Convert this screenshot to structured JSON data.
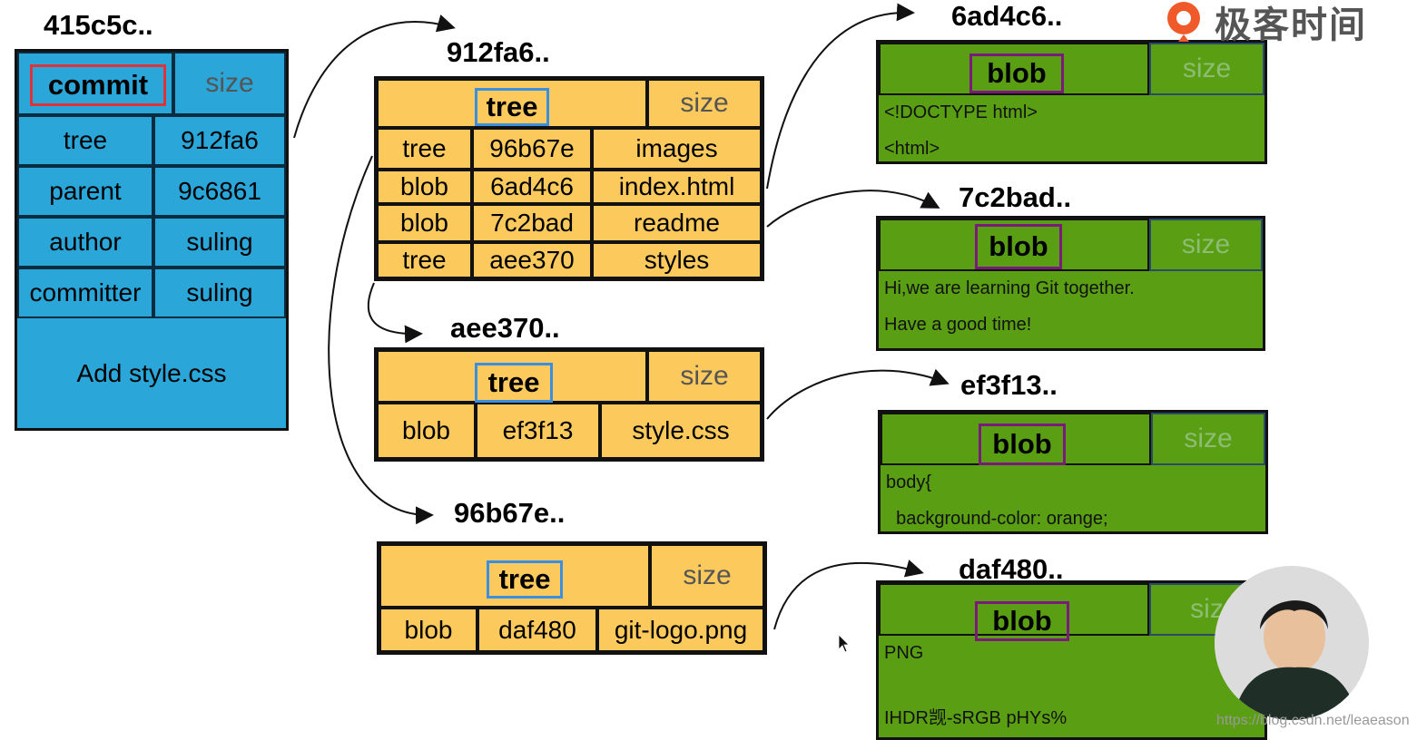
{
  "commit": {
    "hash": "415c5c..",
    "type_label": "commit",
    "size_label": "size",
    "rows": [
      {
        "key": "tree",
        "value": "912fa6"
      },
      {
        "key": "parent",
        "value": "9c6861"
      },
      {
        "key": "author",
        "value": "suling"
      },
      {
        "key": "committer",
        "value": "suling"
      }
    ],
    "message": "Add style.css"
  },
  "tree_root": {
    "hash": "912fa6..",
    "type_label": "tree",
    "size_label": "size",
    "rows": [
      {
        "type": "tree",
        "hash": "96b67e",
        "name": "images"
      },
      {
        "type": "blob",
        "hash": "6ad4c6",
        "name": "index.html"
      },
      {
        "type": "blob",
        "hash": "7c2bad",
        "name": "readme"
      },
      {
        "type": "tree",
        "hash": "aee370",
        "name": "styles"
      }
    ]
  },
  "tree_styles": {
    "hash": "aee370..",
    "type_label": "tree",
    "size_label": "size",
    "rows": [
      {
        "type": "blob",
        "hash": "ef3f13",
        "name": "style.css"
      }
    ]
  },
  "tree_images": {
    "hash": "96b67e..",
    "type_label": "tree",
    "size_label": "size",
    "rows": [
      {
        "type": "blob",
        "hash": "daf480",
        "name": "git-logo.png"
      }
    ]
  },
  "blobs": [
    {
      "hash": "6ad4c6..",
      "type_label": "blob",
      "size_label": "size",
      "lines": [
        "<!DOCTYPE html>",
        "<html>"
      ]
    },
    {
      "hash": "7c2bad..",
      "type_label": "blob",
      "size_label": "size",
      "lines": [
        "Hi,we are learning Git together.",
        "Have a good time!"
      ]
    },
    {
      "hash": "ef3f13..",
      "type_label": "blob",
      "size_label": "size",
      "lines": [
        "body{",
        "  background-color: orange;"
      ]
    },
    {
      "hash": "daf480..",
      "type_label": "blob",
      "size_label": "siz",
      "lines": [
        "PNG",
        "",
        "IHDR觊-sRGB pHYs%"
      ]
    }
  ],
  "brand": {
    "logo_text": "极客时间"
  },
  "watermark": "https://blog.csdn.net/leaeason",
  "colors": {
    "commit": "#2aa6d9",
    "tree": "#fcca5c",
    "blob": "#5a9e13",
    "commit_label_border": "#e0323a",
    "tree_label_border": "#3b8ee0",
    "blob_label_border": "#7a1a7a"
  }
}
